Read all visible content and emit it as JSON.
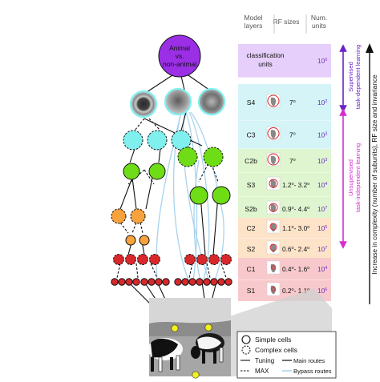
{
  "header": {
    "col1": [
      "Model",
      "layers"
    ],
    "col2": "RF sizes",
    "col3": [
      "Num.",
      "units"
    ]
  },
  "top_node": [
    "Animal",
    "vs.",
    "non-animal"
  ],
  "colors": {
    "classification": "#e6cffa",
    "s4": "#d4f4f7",
    "c3": "#d4f4f7",
    "c2b": "#dff5cf",
    "s3": "#dff5cf",
    "s2b": "#dff5cf",
    "c2": "#fde3c8",
    "s2": "#fde3c8",
    "c1": "#f8c9cc",
    "s1": "#f8c9cc",
    "purple": "#9b2fe6",
    "magenta": "#d42fd0",
    "cyan": "#80f0ef",
    "green": "#6fdd16",
    "orange": "#f8a23d",
    "red": "#d8282b",
    "yellow": "#f2f21c",
    "bypass": "#a9d3ec"
  },
  "layers": [
    {
      "key": "classification",
      "name": [
        "classification",
        "units"
      ],
      "rf": "",
      "units": "10",
      "exp": "0",
      "num_color": "#7a33ba"
    },
    {
      "key": "s4",
      "name": [
        "S4"
      ],
      "rf": "7",
      "rf_unit": "o",
      "units": "10",
      "exp": "2",
      "num_color": "#6a2bbf"
    },
    {
      "key": "c3",
      "name": [
        "C3"
      ],
      "rf": "7",
      "rf_unit": "o",
      "units": "10",
      "exp": "3",
      "num_color": "#6a2bbf"
    },
    {
      "key": "c2b",
      "name": [
        "C2b"
      ],
      "rf": "7",
      "rf_unit": "o",
      "units": "10",
      "exp": "3",
      "num_color": "#6a2bbf"
    },
    {
      "key": "s3",
      "name": [
        "S3"
      ],
      "rf": "1.2 - 3.2",
      "units": "10",
      "exp": "4",
      "num_color": "#6a2bbf"
    },
    {
      "key": "s2b",
      "name": [
        "S2b"
      ],
      "rf": "0.9 - 4.4",
      "units": "10",
      "exp": "7",
      "num_color": "#6a2bbf"
    },
    {
      "key": "c2",
      "name": [
        "C2"
      ],
      "rf": "1.1 - 3.0",
      "units": "10",
      "exp": "5",
      "num_color": "#6a2bbf"
    },
    {
      "key": "s2",
      "name": [
        "S2"
      ],
      "rf": "0.6 - 2.4",
      "units": "10",
      "exp": "7",
      "num_color": "#6a2bbf"
    },
    {
      "key": "c1",
      "name": [
        "C1"
      ],
      "rf": "0.4 - 1.6",
      "units": "10",
      "exp": "4",
      "num_color": "#6a2bbf"
    },
    {
      "key": "s1",
      "name": [
        "S1"
      ],
      "rf": "0.2 - 1.1",
      "units": "10",
      "exp": "6",
      "num_color": "#6a2bbf"
    }
  ],
  "supervised": [
    "Supervised",
    "task-dependent learning"
  ],
  "unsupervised": [
    "Unsupervised",
    "task-independent learning"
  ],
  "increase_label": "Increase in complexity (number of subunits), RF size and invariance",
  "legend": {
    "simple": "Simple cells",
    "complex": "Complex cells",
    "tuning": "Tuning",
    "max": "MAX",
    "main": "Main routes",
    "bypass": "Bypass routes"
  }
}
